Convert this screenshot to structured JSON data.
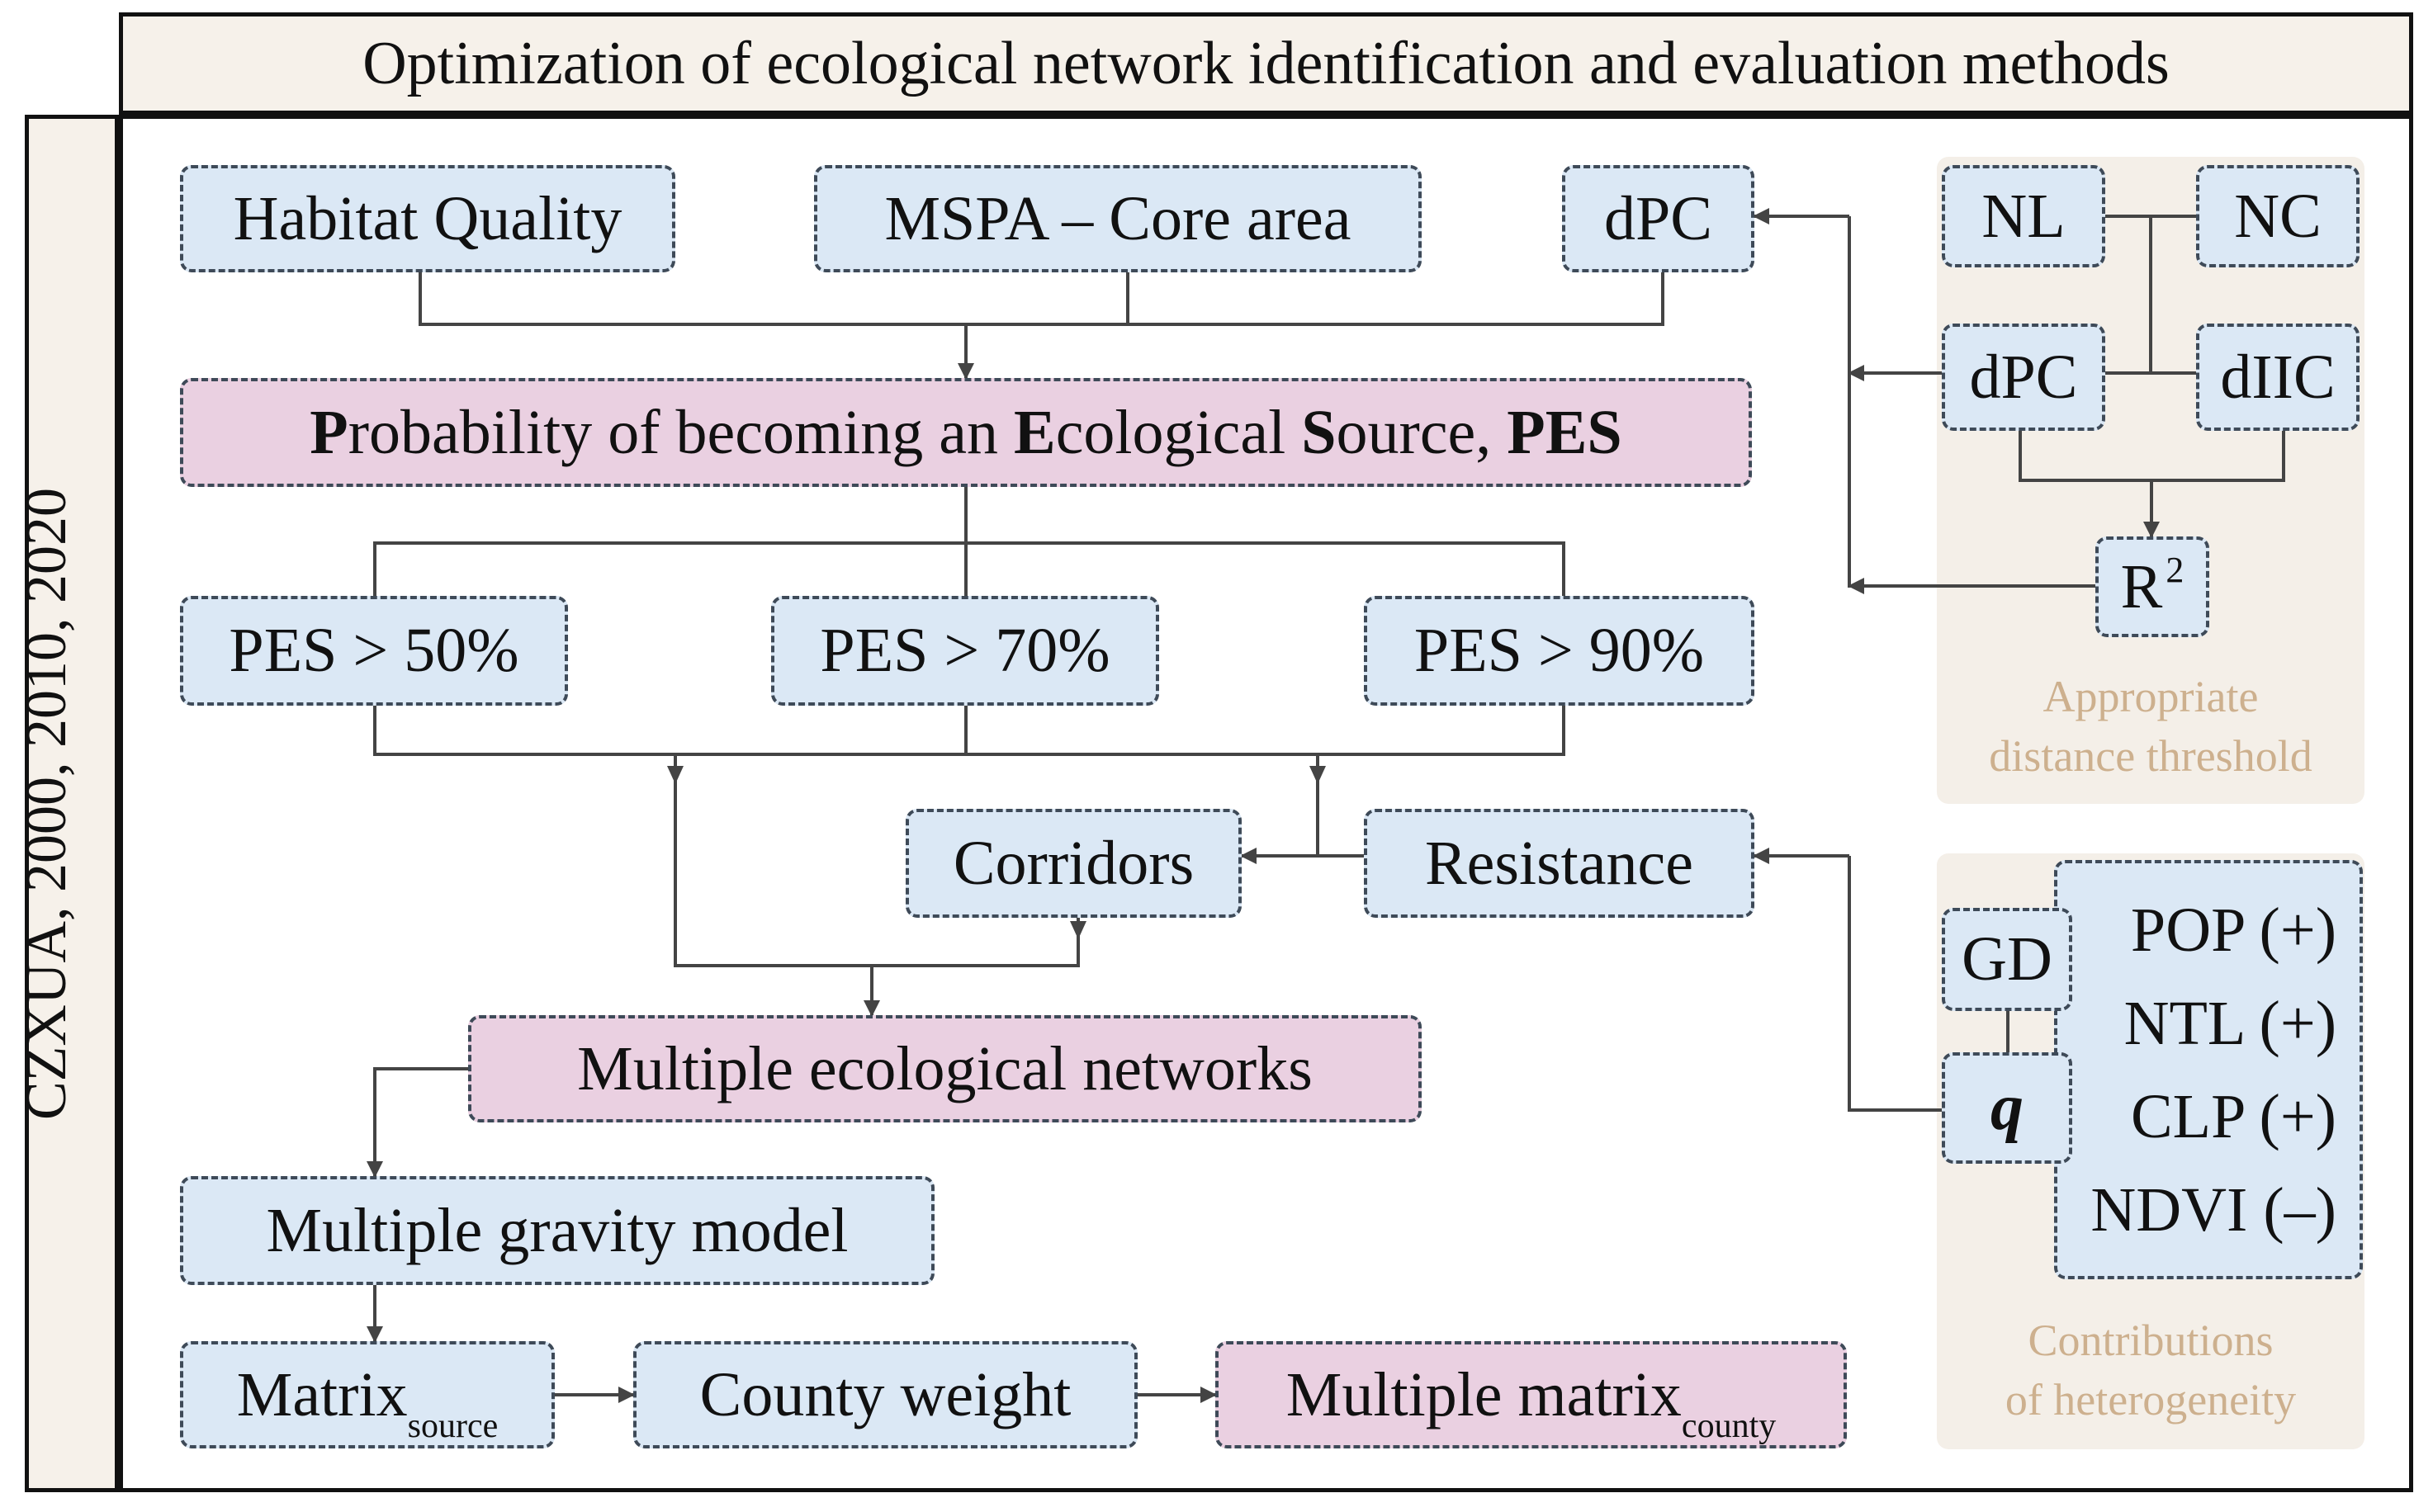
{
  "title": "Optimization of ecological network identification and evaluation methods",
  "side_label": "CZXUA, 2000, 2010, 2020",
  "nodes": {
    "habitat_quality": "Habitat Quality",
    "mspa": "MSPA – Core area",
    "dpc_main": "dPC",
    "pes": {
      "p1": "P",
      "p2": "robability of becoming an ",
      "e1": "E",
      "p3": "cological ",
      "s1": "S",
      "p4": "ource, ",
      "abbr": "PES"
    },
    "pes50": "PES > 50%",
    "pes70": "PES > 70%",
    "pes90": "PES > 90%",
    "corridors": "Corridors",
    "resistance": "Resistance",
    "multiple_networks": "Multiple ecological networks",
    "gravity": "Multiple gravity model",
    "matrix_source": {
      "base": "Matrix",
      "sub": "source"
    },
    "county_weight": "County weight",
    "multiple_matrix": {
      "base": "Multiple matrix",
      "sub": "county"
    }
  },
  "distance_panel": {
    "nl": "NL",
    "nc": "NC",
    "dpc": "dPC",
    "diic": "dIIC",
    "r2": {
      "base": "R",
      "sup": "2"
    },
    "label_line1": "Appropriate",
    "label_line2": "distance threshold"
  },
  "heterogeneity_panel": {
    "gd": "GD",
    "q": "q",
    "factors": [
      "POP (+)",
      "NTL (+)",
      "CLP (+)",
      "NDVI (–)"
    ],
    "label_line1": "Contributions",
    "label_line2": "of heterogeneity"
  },
  "colors": {
    "blue_box": "#dbe8f5",
    "pink_box": "#ead0e1",
    "panel_bg": "#f4efe8",
    "panel_text": "#cdb08e",
    "border": "#3e4a58",
    "title_bg": "#f6f1ea"
  }
}
